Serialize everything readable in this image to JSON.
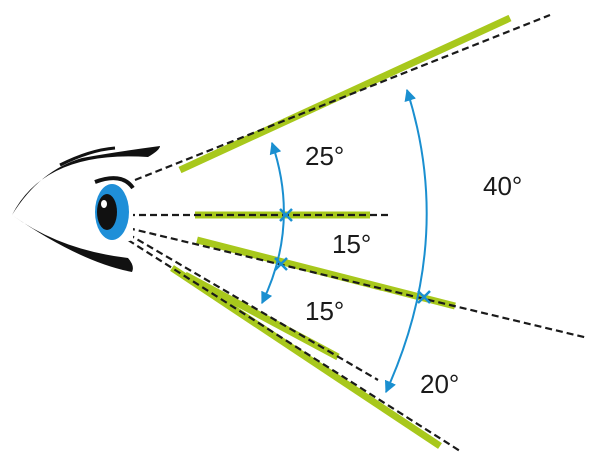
{
  "colors": {
    "sight_line": "#1a1a1a",
    "bar": "#a8c81c",
    "arc": "#1a8fd0",
    "iris": "#1f8fd8",
    "pupil": "#111111",
    "eyelid": "#111111"
  },
  "icons": {
    "eye": "eye-icon"
  },
  "angles": {
    "upper": "25°",
    "middle": "15°",
    "lower": "15°",
    "outer_upper": "40°",
    "outer_lower": "20°"
  }
}
